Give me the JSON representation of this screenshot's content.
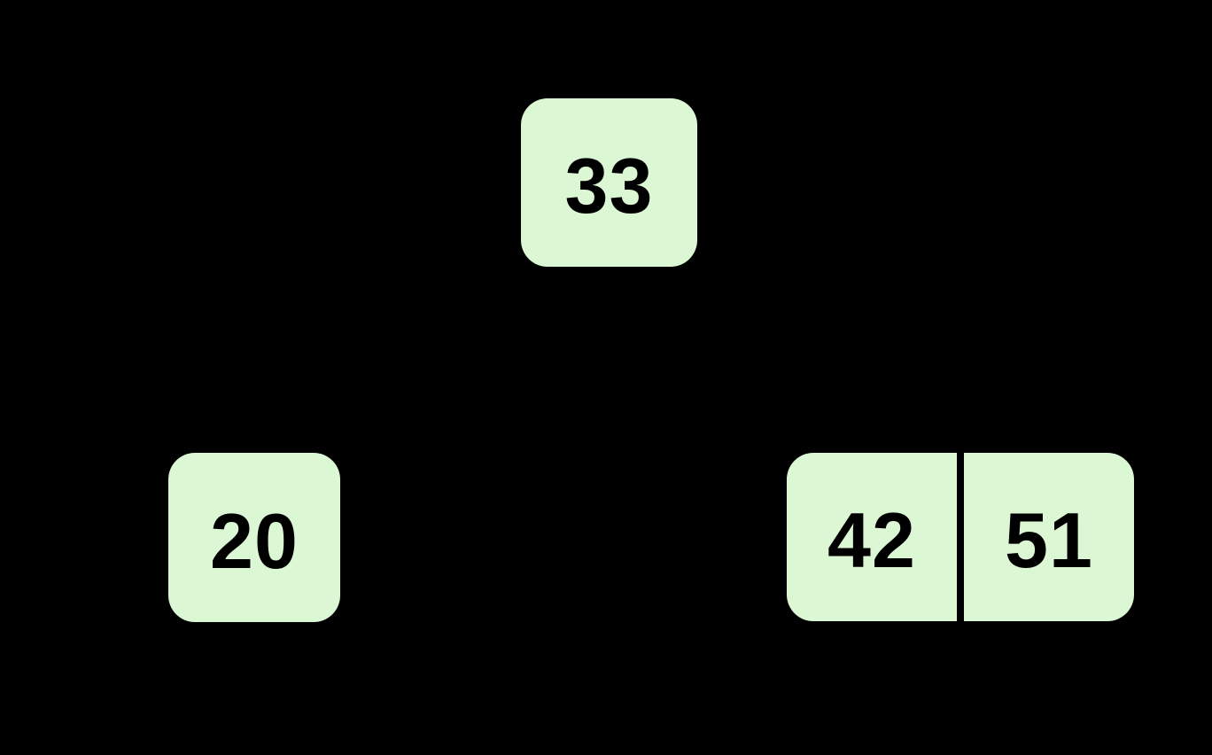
{
  "colors": {
    "background": "#000000",
    "node_fill": "#dbf7d3",
    "node_text": "#000000",
    "divider": "#000000"
  },
  "diagram": {
    "type": "b-tree",
    "description": "Tree diagram on black background with light-green rounded nodes",
    "nodes": [
      {
        "id": "root",
        "row": 0,
        "keys": [
          "33"
        ]
      },
      {
        "id": "left-child",
        "row": 1,
        "keys": [
          "20"
        ]
      },
      {
        "id": "right-child",
        "row": 1,
        "keys": [
          "42",
          "51"
        ]
      }
    ]
  }
}
